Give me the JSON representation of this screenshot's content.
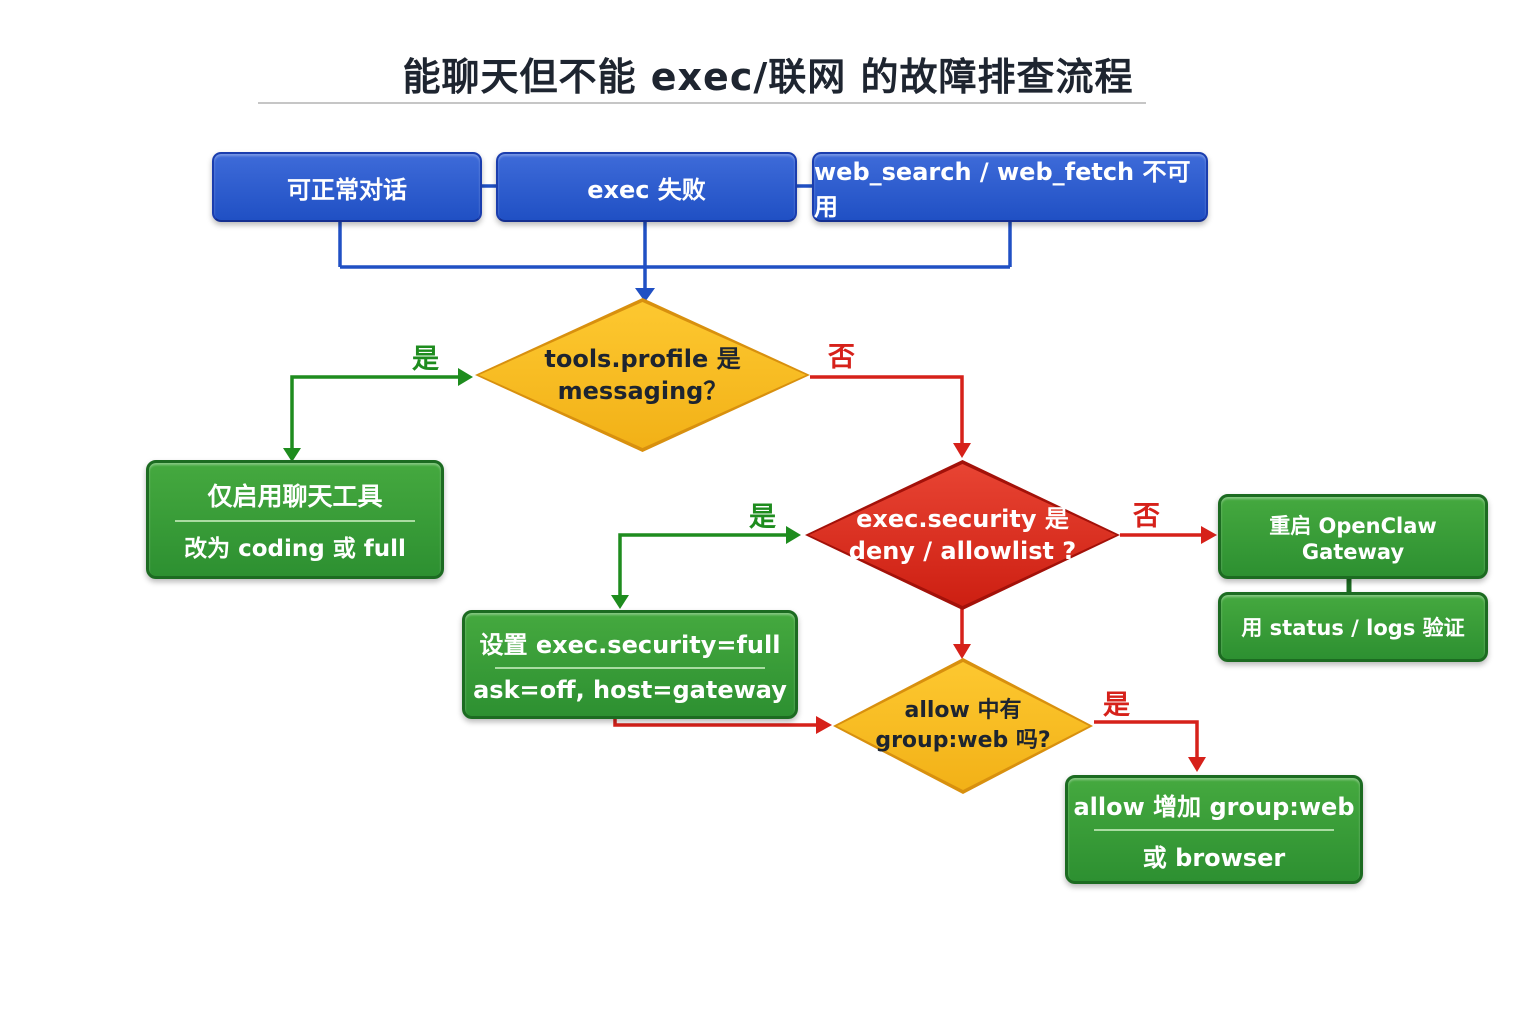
{
  "title": "能聊天但不能 exec/联网 的故障排查流程",
  "colors": {
    "blue_box": "#2050c4",
    "green_box": "#2d9031",
    "yellow_diamond": "#f2b117",
    "red_diamond": "#cd1f12",
    "yes_green": "#1e8c1e",
    "no_red": "#d6211a"
  },
  "top_boxes": [
    {
      "label": "可正常对话"
    },
    {
      "label": "exec 失败"
    },
    {
      "label": "web_search / web_fetch 不可用"
    }
  ],
  "decisions": {
    "profile": {
      "line1": "tools.profile 是",
      "line2": "messaging？"
    },
    "security": {
      "line1": "exec.security 是",
      "line2": "deny / allowlist ?"
    },
    "allow": {
      "line1": "allow 中有",
      "line2": "group:web 吗?"
    }
  },
  "actions": {
    "chat_only": {
      "line1": "仅启用聊天工具",
      "line2": "改为 coding 或 full"
    },
    "set_full": {
      "line1": "设置 exec.security=full",
      "line2": "ask=off, host=gateway"
    },
    "restart": {
      "label": "重启 OpenClaw Gateway"
    },
    "verify": {
      "label": "用 status / logs 验证"
    },
    "add_group": {
      "line1": "allow 增加 group:web",
      "line2": "或 browser"
    }
  },
  "edge_labels": {
    "profile_yes": "是",
    "profile_no": "否",
    "security_yes": "是",
    "security_no": "否",
    "allow_yes": "是"
  }
}
